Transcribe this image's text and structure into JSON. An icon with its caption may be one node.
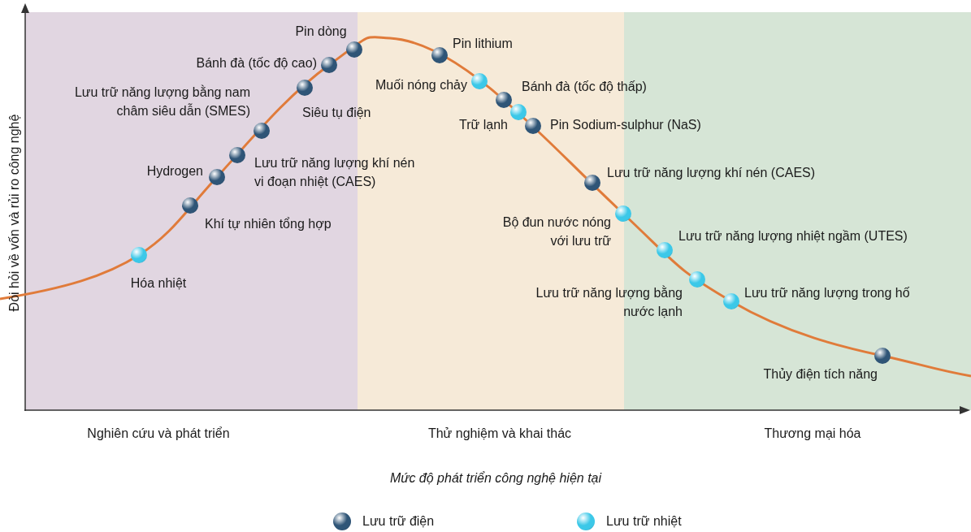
{
  "diagram": {
    "nodes": [
      {
        "text": [],
        "shape": "circle",
        "beside": [
          "Hóa nhiệt"
        ]
      },
      {
        "text": [],
        "shape": "circle",
        "beside": [
          "Khí tự nhiên tổng hợp"
        ]
      },
      {
        "text": [],
        "shape": "circle",
        "beside": [
          "Hydrogen"
        ]
      },
      {
        "text": [],
        "shape": "circle",
        "beside": [
          "Lưu trữ năng lượng khí nén vi đoạn nhiệt (CAES)"
        ]
      },
      {
        "text": [],
        "shape": "circle",
        "beside": [
          "Lưu trữ năng lượng bằng nam châm siêu dẫn (SMES)"
        ]
      },
      {
        "text": [],
        "shape": "circle",
        "beside": [
          "Siêu tụ điện"
        ]
      },
      {
        "text": [],
        "shape": "circle",
        "beside": [
          "Bánh đà (tốc độ cao)"
        ]
      },
      {
        "text": [],
        "shape": "circle",
        "beside": [
          "Pin dòng"
        ]
      },
      {
        "text": [],
        "shape": "circle",
        "beside": [
          "Pin lithium"
        ]
      },
      {
        "text": [],
        "shape": "circle",
        "beside": [
          "Muối nóng chảy"
        ]
      },
      {
        "text": [],
        "shape": "circle",
        "beside": [
          "Bánh đà (tốc độ thấp)"
        ]
      },
      {
        "text": [],
        "shape": "circle",
        "beside": [
          "Trữ lạnh"
        ]
      },
      {
        "text": [],
        "shape": "circle",
        "beside": [
          "Pin Sodium-sulphur (NaS)"
        ]
      },
      {
        "text": [],
        "shape": "circle",
        "beside": [
          "Lưu trữ năng lượng khí nén (CAES)"
        ]
      },
      {
        "text": [],
        "shape": "circle",
        "beside": [
          "Bộ đun nước nóng với lưu trữ"
        ]
      },
      {
        "text": [],
        "shape": "circle",
        "beside": [
          "Lưu trữ năng lượng nhiệt ngầm (UTES)"
        ]
      },
      {
        "text": [],
        "shape": "circle",
        "beside": [
          "Lưu trữ năng lượng bằng nước lạnh"
        ]
      },
      {
        "text": [],
        "shape": "circle",
        "beside": [
          "Lưu trữ năng lượng trong hố"
        ]
      },
      {
        "text": [],
        "shape": "circle",
        "beside": [
          "Thủy điện tích năng"
        ]
      }
    ],
    "labels": [
      "Đòi hỏi về vốn và rủi ro công nghệ",
      "Nghiên cứu và phát triển",
      "Thử nghiệm và khai thác",
      "Thương mại hóa",
      "Mức độ phát triển công nghệ hiện tại"
    ],
    "legend": [
      {
        "text": "Lưu trữ điện",
        "color": "#2f5577"
      },
      {
        "text": "Lưu trữ nhiệt",
        "color": "#3cc8e8"
      }
    ]
  }
}
